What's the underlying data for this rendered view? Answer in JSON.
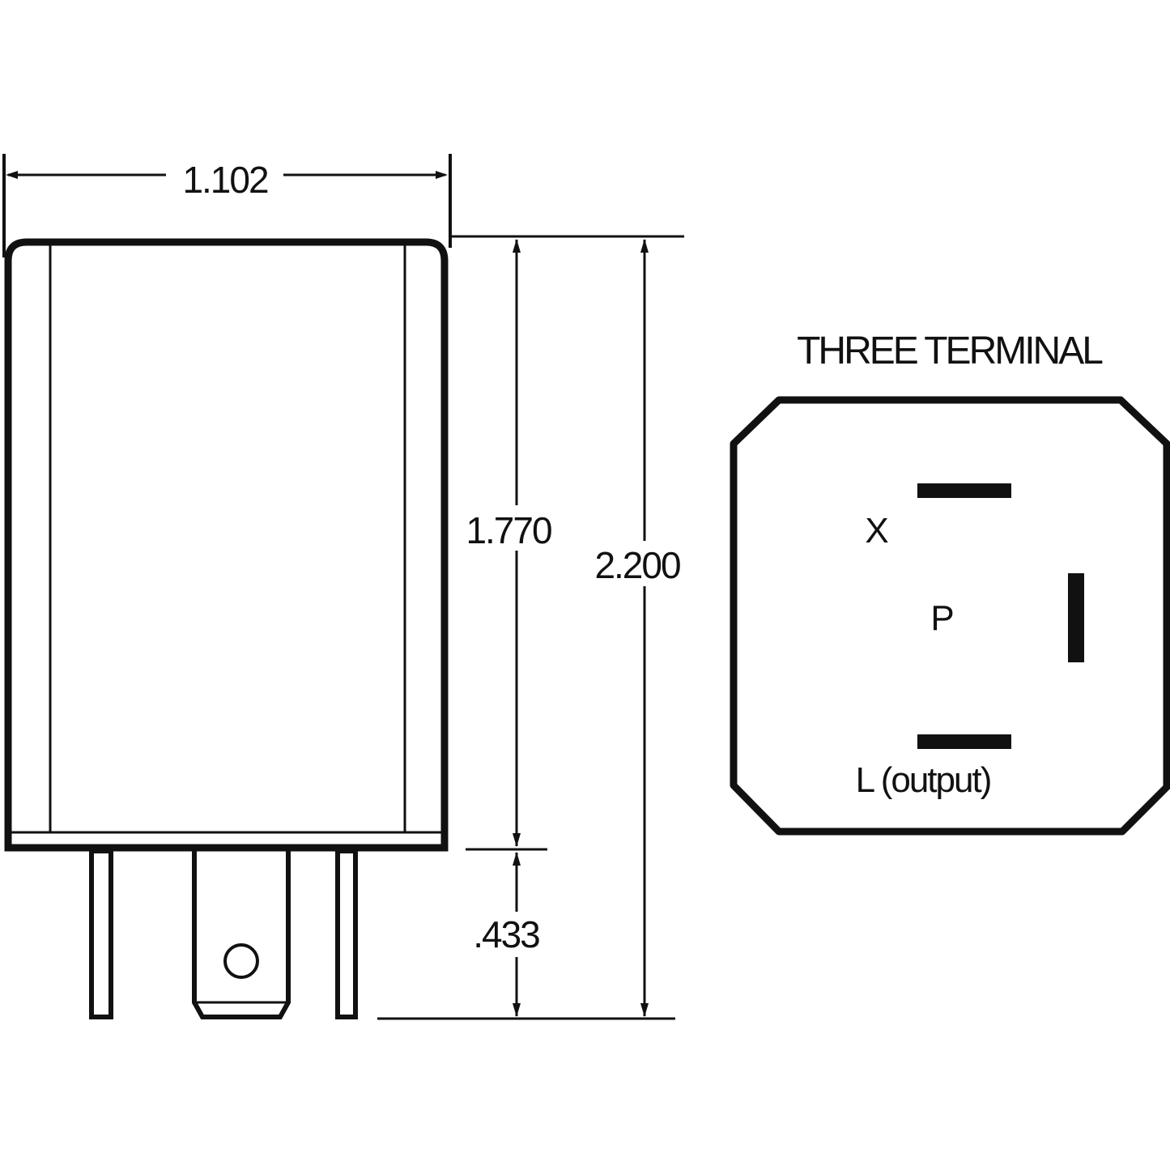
{
  "dimensions": {
    "width": "1.102",
    "body_height": "1.770",
    "terminal_length": ".433",
    "overall_height": "2.200"
  },
  "connector": {
    "title": "THREE TERMINAL",
    "terminals": {
      "x": "X",
      "p": "P",
      "l": "L (output)"
    }
  },
  "colors": {
    "line": "#111111",
    "background": "#ffffff"
  }
}
